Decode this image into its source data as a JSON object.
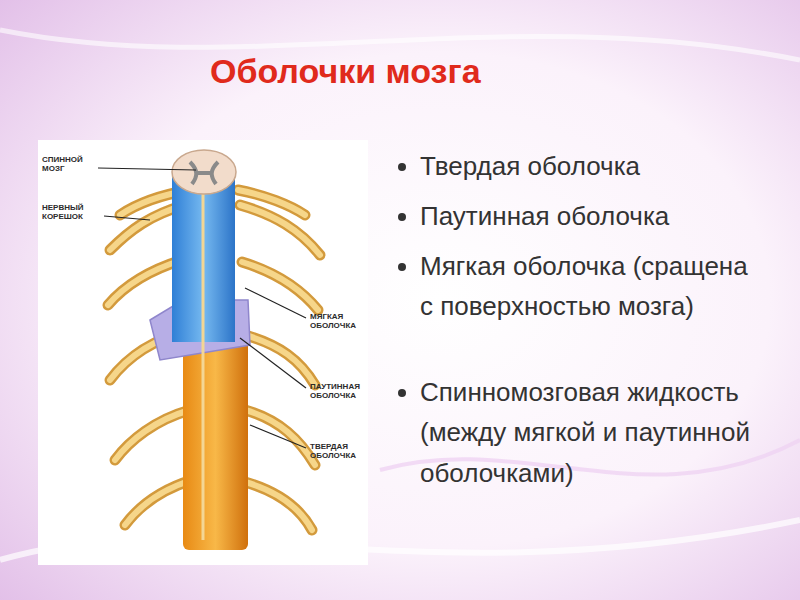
{
  "diagram": {
    "title": "Оболочки мозга",
    "labels": [
      "СПИННОЙ МОЗГ",
      "НЕРВНЫЙ КОРЕШОК",
      "МЯГКАЯ ОБОЛОЧКА",
      "ПАУТИННАЯ ОБОЛОЧКА",
      "ТВЕРДАЯ ОБОЛОЧКА",
      "Твердая оболочка",
      "Паутинная оболочка",
      "Мягкая оболочка (сращена с поверхностью мозга)",
      "Спинномозговая жидкость (между мягкой и паутинной оболочками)"
    ]
  }
}
